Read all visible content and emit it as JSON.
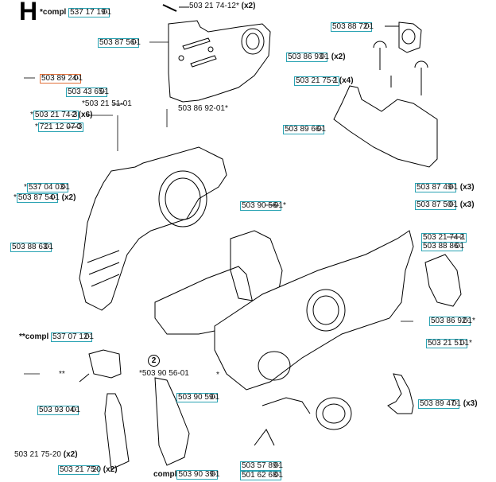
{
  "section": "H",
  "callout_number": "2",
  "labels": [
    {
      "id": "l1",
      "prefix": "*compl",
      "pn": "537 17 19-",
      "suffix": "01",
      "qty": "",
      "boxed": true
    },
    {
      "id": "l2",
      "prefix": "",
      "pn": "",
      "suffix": "503 21 74-12*",
      "qty": "(x2)",
      "boxed": false
    },
    {
      "id": "l3",
      "prefix": "",
      "pn": "503 87 56-",
      "suffix": "01",
      "qty": "",
      "boxed": true
    },
    {
      "id": "l4",
      "prefix": "",
      "pn": "503 88 72-",
      "suffix": "01",
      "qty": "",
      "boxed": true
    },
    {
      "id": "l5",
      "prefix": "",
      "pn": "503 86 93-",
      "suffix": "01",
      "qty": "(x2)",
      "boxed": true
    },
    {
      "id": "l6",
      "prefix": "",
      "pn": "503 21 75-1",
      "suffix": "2",
      "qty": "(x4)",
      "boxed": true
    },
    {
      "id": "l7",
      "prefix": "",
      "pn": "503 89 24-",
      "suffix": "01",
      "qty": "",
      "boxed": true,
      "highlight": "orange"
    },
    {
      "id": "l8",
      "prefix": "",
      "pn": "503 43 65-",
      "suffix": "01",
      "qty": "",
      "boxed": true
    },
    {
      "id": "l9",
      "prefix": "",
      "pn": "",
      "suffix": "*503 21 51-01",
      "qty": "",
      "boxed": false
    },
    {
      "id": "l10",
      "prefix": "*",
      "pn": "503 21 74-3",
      "suffix": "2",
      "qty": "(x6)",
      "boxed": true
    },
    {
      "id": "l11",
      "prefix": "*",
      "pn": "721 12 07-3",
      "suffix": "0",
      "qty": "",
      "boxed": true
    },
    {
      "id": "l12",
      "prefix": "",
      "pn": "",
      "suffix": "503 86 92-01*",
      "qty": "",
      "boxed": false
    },
    {
      "id": "l13",
      "prefix": "",
      "pn": "503 89 66-",
      "suffix": "01",
      "qty": "",
      "boxed": true
    },
    {
      "id": "l14",
      "prefix": "*",
      "pn": "537 04 03-",
      "suffix": "01",
      "qty": "",
      "boxed": true
    },
    {
      "id": "l15",
      "prefix": "*",
      "pn": "503 87 54-",
      "suffix": "01",
      "qty": "(x2)",
      "boxed": true
    },
    {
      "id": "l16",
      "prefix": "",
      "pn": "503 90 56-",
      "suffix": "01*",
      "qty": "",
      "boxed": true
    },
    {
      "id": "l17",
      "prefix": "",
      "pn": "503 87 49-",
      "suffix": "01",
      "qty": "(x3)",
      "boxed": true
    },
    {
      "id": "l18",
      "prefix": "",
      "pn": "503 87 50-",
      "suffix": "01",
      "qty": "(x3)",
      "boxed": true
    },
    {
      "id": "l19",
      "prefix": "",
      "pn": "503 88 63-",
      "suffix": "01",
      "qty": "",
      "boxed": true
    },
    {
      "id": "l20",
      "prefix": "",
      "pn": "503 21 74-1",
      "suffix": "2",
      "qty": "",
      "boxed": true
    },
    {
      "id": "l21",
      "prefix": "",
      "pn": "503 88 86-",
      "suffix": "01",
      "qty": "",
      "boxed": true
    },
    {
      "id": "l22",
      "prefix": "",
      "pn": "503 86 92-",
      "suffix": "01*",
      "qty": "",
      "boxed": true
    },
    {
      "id": "l23",
      "prefix": "",
      "pn": "503 21 51-",
      "suffix": "01*",
      "qty": "",
      "boxed": true
    },
    {
      "id": "l24",
      "prefix": "**compl",
      "pn": "537 07 12-",
      "suffix": "01",
      "qty": "",
      "boxed": true
    },
    {
      "id": "l25",
      "prefix": "",
      "pn": "",
      "suffix": "**",
      "qty": "",
      "boxed": false
    },
    {
      "id": "l26",
      "prefix": "",
      "pn": "",
      "suffix": "*503 90 56-01",
      "qty": "",
      "boxed": false
    },
    {
      "id": "l27",
      "prefix": "",
      "pn": "",
      "suffix": "*",
      "qty": "",
      "boxed": false
    },
    {
      "id": "l28",
      "prefix": "",
      "pn": "503 90 59-",
      "suffix": "01",
      "qty": "",
      "boxed": true
    },
    {
      "id": "l29",
      "prefix": "",
      "pn": "503 89 47-",
      "suffix": "01",
      "qty": "(x3)",
      "boxed": true
    },
    {
      "id": "l30",
      "prefix": "",
      "pn": "503 93 04-",
      "suffix": "01",
      "qty": "",
      "boxed": true
    },
    {
      "id": "l31",
      "prefix": "",
      "pn": "",
      "suffix": "503 21 75-20",
      "qty": "(x2)",
      "boxed": false
    },
    {
      "id": "l32",
      "prefix": "",
      "pn": "503 21 75-",
      "suffix": "20",
      "qty": "(x2)",
      "boxed": true
    },
    {
      "id": "l33",
      "prefix": "compl",
      "pn": "503 90 39-",
      "suffix": "01",
      "qty": "",
      "boxed": true
    },
    {
      "id": "l34",
      "prefix": "",
      "pn": "503 57 89-",
      "suffix": "01",
      "qty": "",
      "boxed": true
    },
    {
      "id": "l35",
      "prefix": "",
      "pn": "501 62 68-",
      "suffix": "01",
      "qty": "",
      "boxed": true
    }
  ]
}
